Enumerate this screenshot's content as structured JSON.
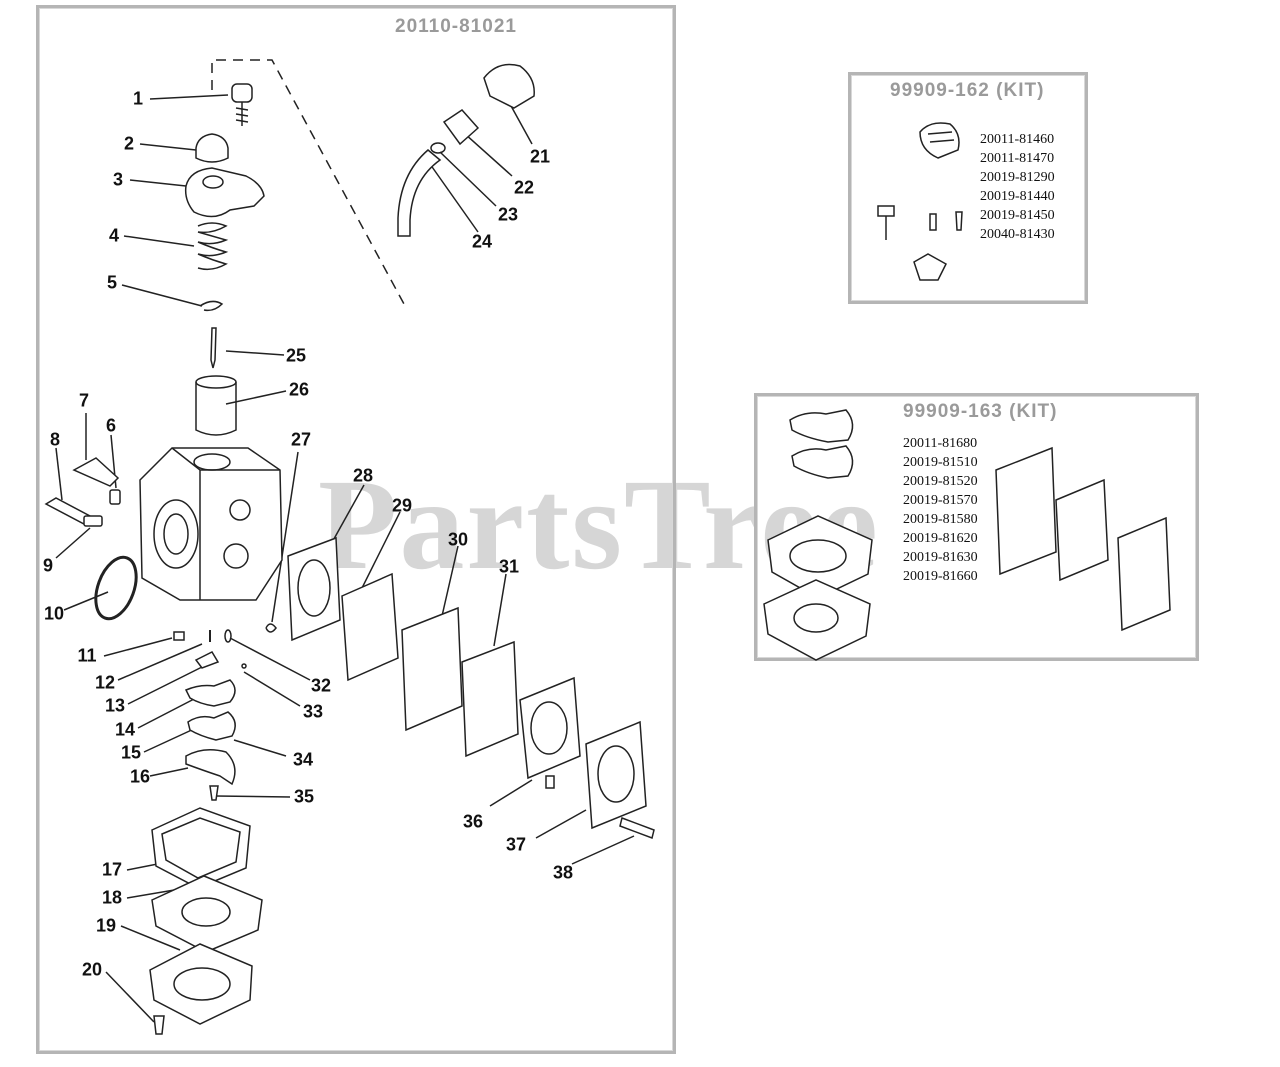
{
  "main_assembly": {
    "part_number": "20110-81021"
  },
  "kit_162": {
    "title": "99909-162 (KIT)",
    "parts": [
      "20011-81460",
      "20011-81470",
      "20019-81290",
      "20019-81440",
      "20019-81450",
      "20040-81430"
    ]
  },
  "kit_163": {
    "title": "99909-163 (KIT)",
    "parts": [
      "20011-81680",
      "20019-81510",
      "20019-81520",
      "20019-81570",
      "20019-81580",
      "20019-81620",
      "20019-81630",
      "20019-81660"
    ]
  },
  "watermark": "PartsTree",
  "callouts": [
    "1",
    "2",
    "3",
    "4",
    "5",
    "6",
    "7",
    "8",
    "9",
    "10",
    "11",
    "12",
    "13",
    "14",
    "15",
    "16",
    "17",
    "18",
    "19",
    "20",
    "21",
    "22",
    "23",
    "24",
    "25",
    "26",
    "27",
    "28",
    "29",
    "30",
    "31",
    "32",
    "33",
    "34",
    "35",
    "36",
    "37",
    "38"
  ]
}
